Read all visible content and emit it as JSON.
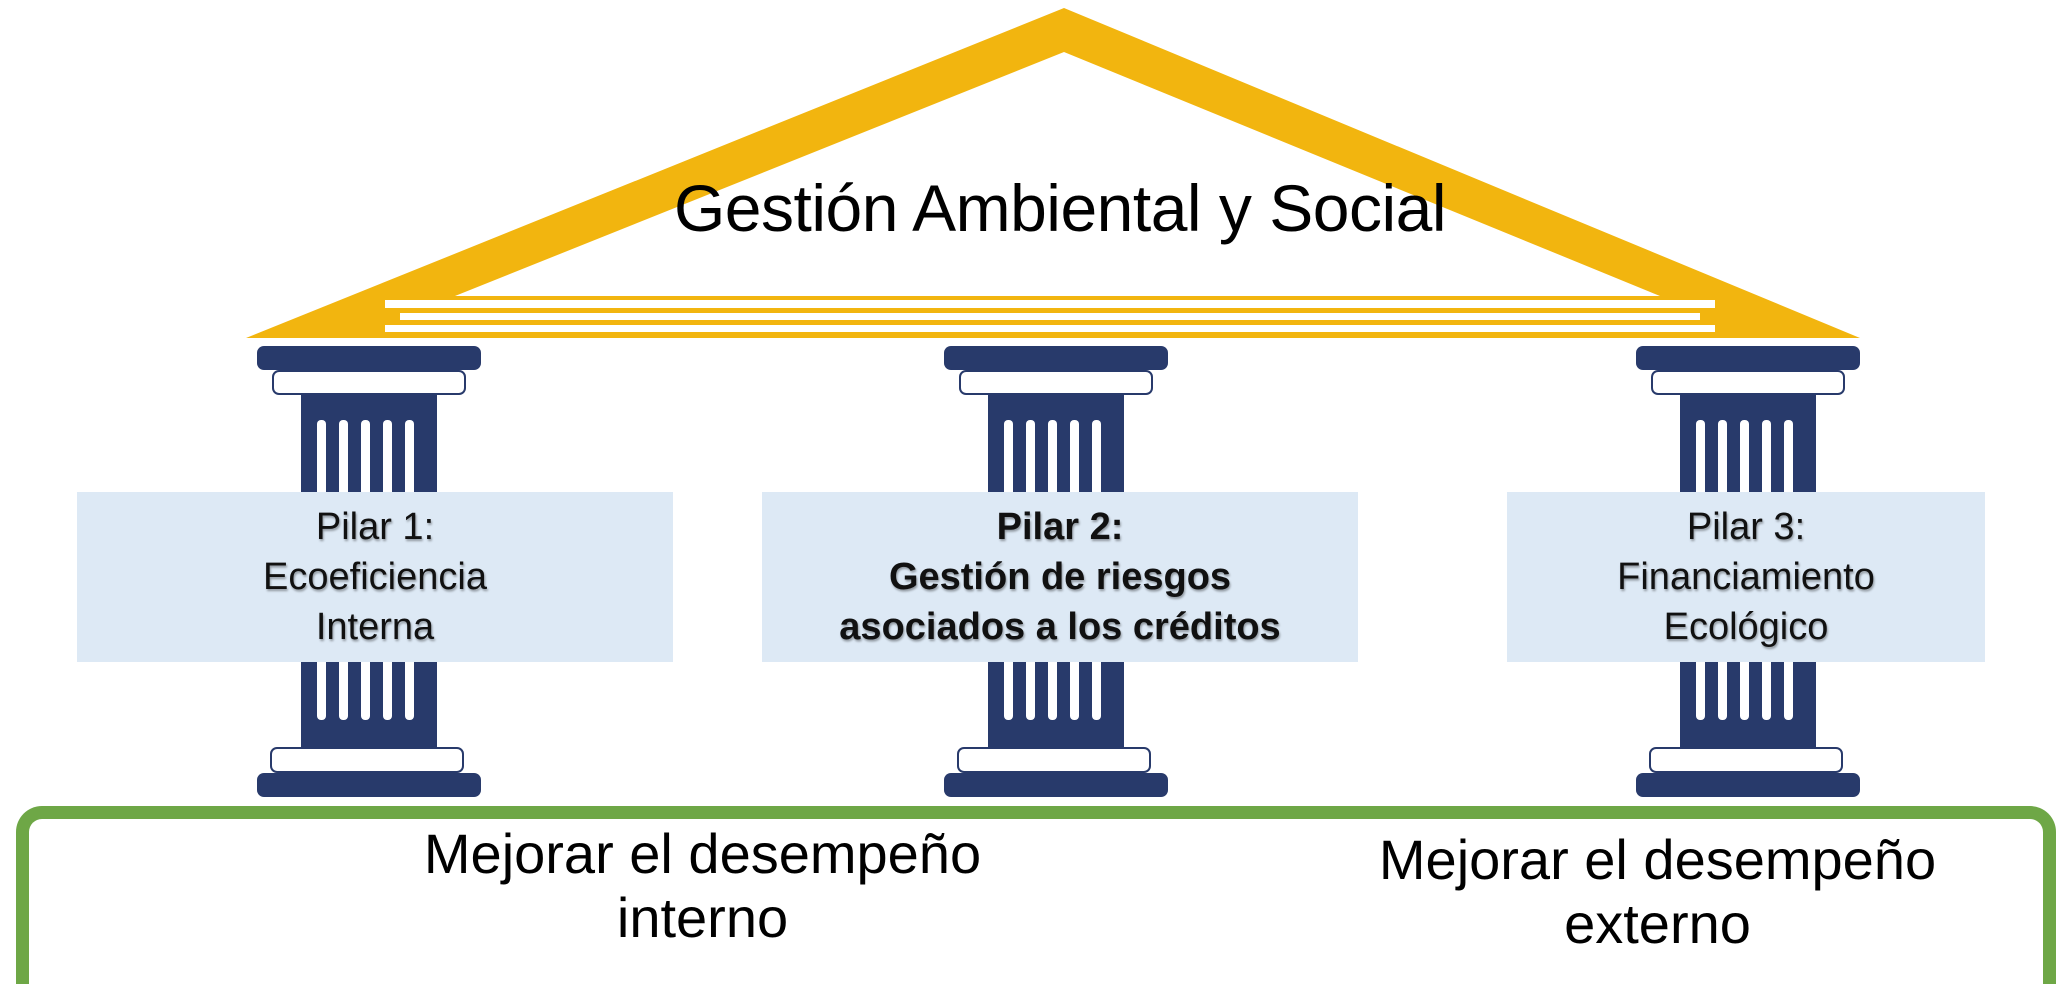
{
  "roof": {
    "title": "Gestión Ambiental y Social",
    "color": "#f2b50f"
  },
  "pillars": [
    {
      "line1": "Pilar 1:",
      "line2": "Ecoeficiencia",
      "line3": "Interna",
      "emphasis": false
    },
    {
      "line1": "Pilar 2:",
      "line2": "Gestión de riesgos",
      "line3": "asociados a los créditos",
      "emphasis": true
    },
    {
      "line1": "Pilar 3:",
      "line2": "Financiamiento",
      "line3": "Ecológico",
      "emphasis": false
    }
  ],
  "column_color": "#283a6b",
  "label_background": "#dde9f5",
  "foundation": {
    "color": "#6ea746",
    "left_line1": "Mejorar el desempeño",
    "left_line2": "interno",
    "right_line1": "Mejorar el desempeño",
    "right_line2": "externo"
  }
}
